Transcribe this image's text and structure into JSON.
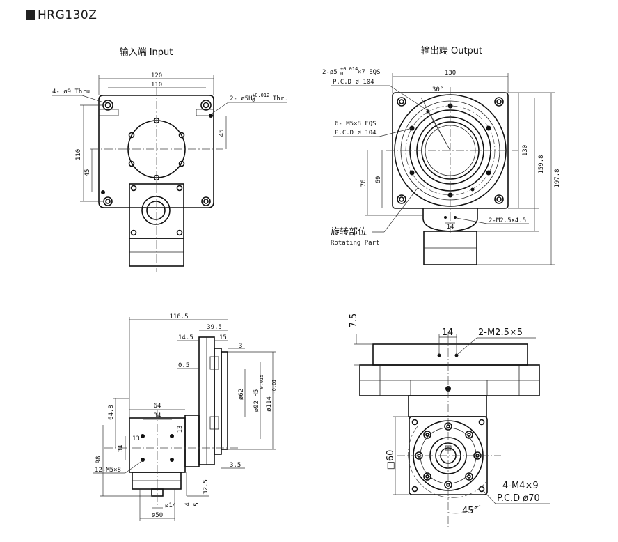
{
  "title": "HRG130Z",
  "views": {
    "input_title": "输入端 Input",
    "output_title": "输出端 Output"
  },
  "input_dims": {
    "width_outer": "120",
    "width_inner": "110",
    "height_110": "110",
    "height_45_left": "45",
    "height_45_right": "45",
    "hole_4": "4- ø9 Thru",
    "hole_2": "2- ø5H7",
    "hole_2_tol": "+0.012",
    "hole_2_tol_low": "0",
    "hole_2_suffix": "Thru"
  },
  "output_dims": {
    "width_130": "130",
    "angle_30": "30°",
    "pin_note_1": "2-ø5",
    "pin_note_tol": "+0.014",
    "pin_note_tol_low": "0",
    "pin_note_2": "×7 EQS",
    "pin_pcd": "P.C.D ø 104",
    "screw_note": "6- M5×8 EQS",
    "screw_pcd": "P.C.D ø 104",
    "dim_76": "76",
    "dim_69": "69",
    "dim_130v": "130",
    "dim_159": "159.8",
    "dim_197": "197.8",
    "dim_14": "14",
    "m2_note": "2-M2.5×4.5",
    "rot_cn": "旋转部位",
    "rot_en": "Rotating Part"
  },
  "side_dims": {
    "d116": "116.5",
    "d39": "39.5",
    "d14": "14.5",
    "d15": "15",
    "d3": "3",
    "d05": "0.5",
    "d64": "64",
    "d34h": "34",
    "d13a": "13",
    "d13b": "13",
    "d34v": "34",
    "d648": "64.8",
    "d98": "98",
    "screws": "12-M5×8",
    "d62": "ø62",
    "d92": "ø92 H5",
    "d92_tol": "0.015",
    "d114": "ø114",
    "d114_tol": "-0.01",
    "d35": "3.5",
    "d325": "32.5",
    "d4": "4",
    "d5": "5",
    "d14d": "ø14",
    "d50": "ø50"
  },
  "bottom_dims": {
    "d75": "7.5",
    "d14": "14",
    "m2": "2-M2.5×5",
    "sq60": "□60",
    "m4": "4-M4×9",
    "pcd70": "P.C.D ø70",
    "ang45": "45°"
  }
}
